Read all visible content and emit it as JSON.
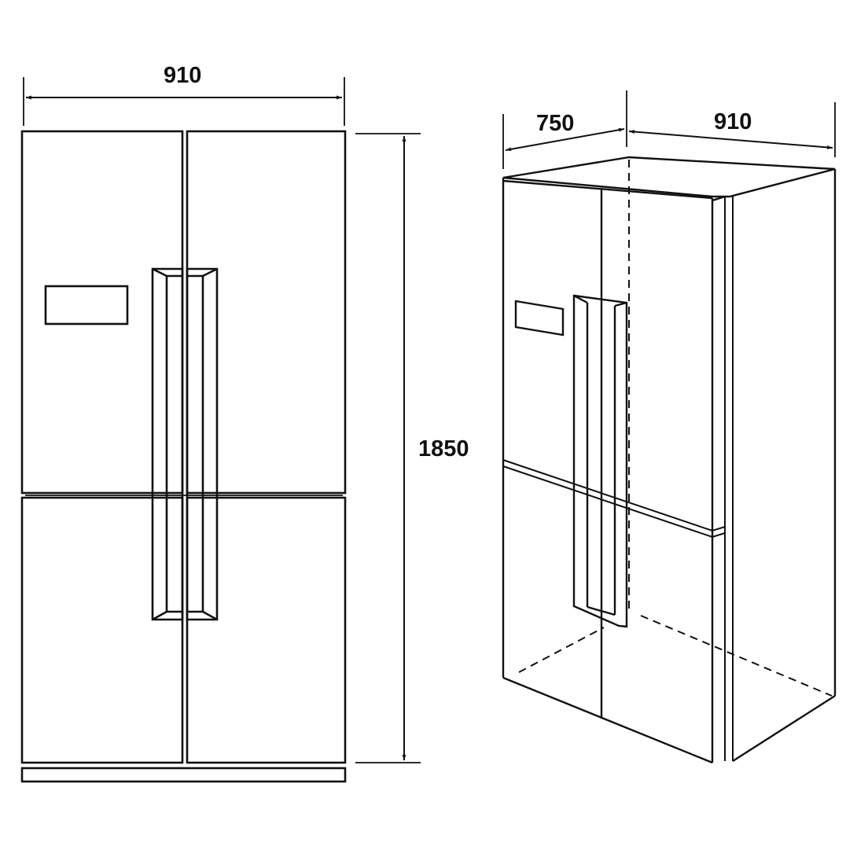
{
  "diagram": {
    "subject": "four-door French door refrigerator dimension drawing",
    "units": "mm",
    "line_color": "#111111",
    "background": "#ffffff",
    "front_view": {
      "width_label": "910",
      "height_label": "1850",
      "components": [
        "upper-left-door",
        "upper-right-door",
        "lower-left-drawer",
        "lower-right-drawer",
        "display-panel",
        "left-handle",
        "right-handle",
        "plinth"
      ]
    },
    "isometric_view": {
      "depth_label": "750",
      "width_label": "910",
      "components": [
        "top-surface",
        "front-face",
        "side-face",
        "display-panel",
        "handle",
        "hidden-edges"
      ]
    }
  }
}
